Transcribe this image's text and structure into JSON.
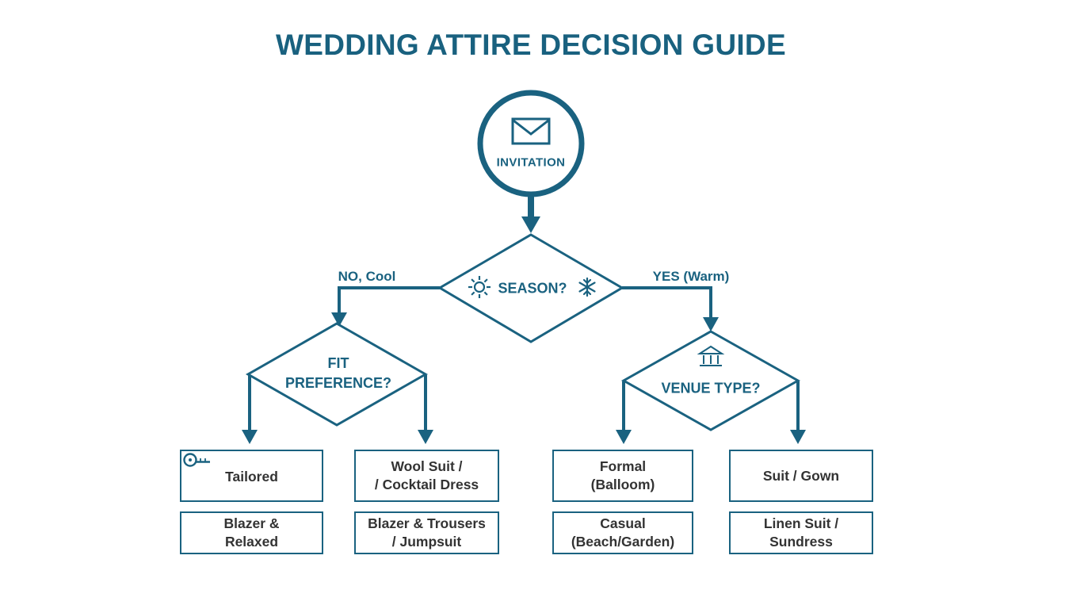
{
  "title": "WEDDING ATTIRE DECISION GUIDE",
  "colors": {
    "accent": "#1a6280",
    "box_text": "#333333",
    "background": "#ffffff"
  },
  "flow": {
    "start": {
      "label": "INVITATION",
      "icon": "envelope-icon"
    },
    "season_decision": {
      "label": "SEASON?",
      "icon_left": "sun-icon",
      "icon_right": "snowflake-icon"
    },
    "branch_no": {
      "label": "NO, Cool"
    },
    "branch_yes": {
      "label": "YES (Warm)"
    },
    "fit_decision": {
      "line1": "FIT",
      "line2": "PREFERENCE?"
    },
    "venue_decision": {
      "label": "VENUE TYPE?",
      "icon": "bank-icon"
    }
  },
  "outcomes": {
    "tailored": {
      "line1": "Tailored",
      "icon": "measuring-tape-icon"
    },
    "wool": {
      "line1": "Wool Suit /",
      "line2": "/ Cocktail Dress"
    },
    "formal": {
      "line1": "Formal",
      "line2": "(Balloom)"
    },
    "suit_gown": {
      "line1": "Suit / Gown"
    },
    "blazer_relaxed": {
      "line1": "Blazer &",
      "line2": "Relaxed"
    },
    "blazer_trousers": {
      "line1": "Blazer & Trousers",
      "line2": "/ Jumpsuit"
    },
    "casual": {
      "line1": "Casual",
      "line2": "(Beach/Garden)"
    },
    "linen": {
      "line1": "Linen Suit /",
      "line2": "Sundress"
    }
  }
}
